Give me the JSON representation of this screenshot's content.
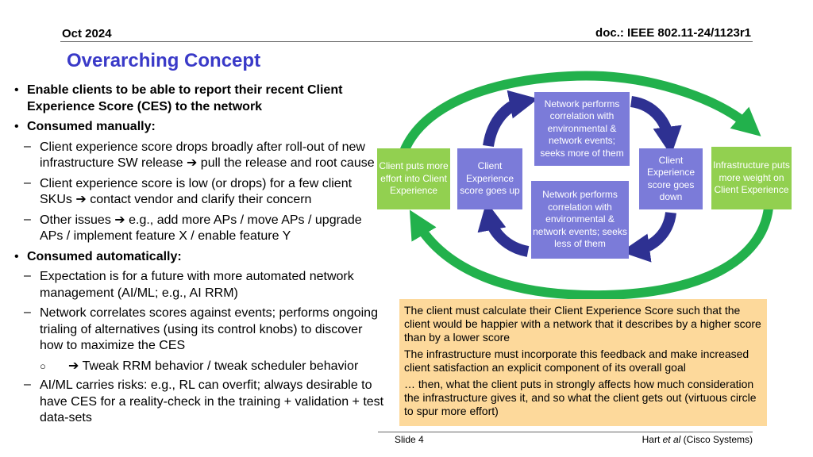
{
  "header": {
    "date": "Oct 2024",
    "doc": "doc.: IEEE 802.11-24/1123r1"
  },
  "title": "Overarching Concept",
  "bullets": {
    "b1": "Enable clients to be able to report their recent Client Experience Score (CES) to the network",
    "b2": "Consumed manually:",
    "b2_1": "Client experience score drops broadly after roll-out of new infrastructure SW release ➔ pull the release and root cause",
    "b2_2": "Client experience score is low (or drops) for a few client SKUs ➔ contact vendor and clarify their concern",
    "b2_3": "Other issues ➔ e.g., add more APs / move APs / upgrade APs / implement feature X / enable feature Y",
    "b3": "Consumed automatically:",
    "b3_1": "Expectation is for a future with more automated network management (AI/ML; e.g., AI RRM)",
    "b3_2": "Network correlates scores against events; performs ongoing trialing of alternatives (using its control knobs) to discover how to maximize the CES",
    "b3_2_1": "➔ Tweak RRM behavior / tweak scheduler behavior",
    "b3_3": "AI/ML carries risks: e.g., RL can overfit; always desirable to have CES for a reality-check in the training + validation + test data-sets"
  },
  "diagram": {
    "client_puts": "Client puts more effort into Client Experience",
    "score_up": "Client Experience score goes up",
    "net_more": "Network performs correlation with environmental & network events; seeks more of them",
    "net_less": "Network performs correlation with environmental & network events; seeks less of them",
    "score_down": "Client Experience score goes down",
    "infra_puts": "Infrastructure puts more weight on Client Experience",
    "colors": {
      "green": "#92d050",
      "green_arrow": "#22b14c",
      "purple": "#7b7bd9",
      "navy_arrow": "#2e3192"
    }
  },
  "note": {
    "p1": "The client must calculate their Client Experience Score such that the client would be happier with a network that it describes by a higher score than by a lower score",
    "p2": "The infrastructure must incorporate this feedback and make increased client satisfaction an explicit component of its overall goal",
    "p3": "… then, what the client puts in strongly affects how much consideration the infrastructure gives it, and so what the client gets out (virtuous circle to spur more effort)"
  },
  "footer": {
    "slide": "Slide 4",
    "author_pre": "Hart ",
    "author_et": "et al",
    "author_post": " (Cisco Systems)"
  }
}
